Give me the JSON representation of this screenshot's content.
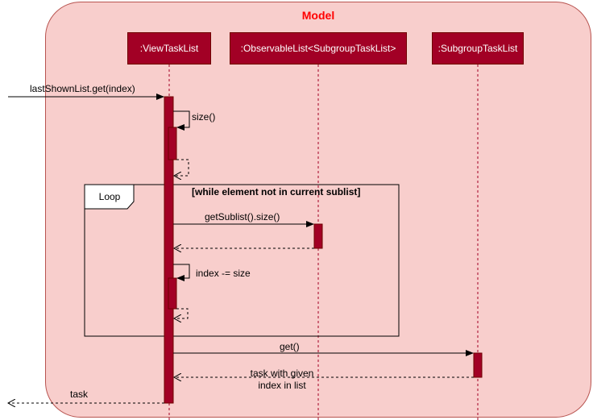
{
  "frame": {
    "title": "Model"
  },
  "participants": [
    {
      "id": "viewtasklist",
      "label": ":ViewTaskList"
    },
    {
      "id": "observablelist",
      "label": ":ObservableList<SubgroupTaskList>"
    },
    {
      "id": "subgrouptasklist",
      "label": ":SubgroupTaskList"
    }
  ],
  "messages": {
    "incoming_call": "lastShownList.get(index)",
    "self_size": "size()",
    "loop_call": "getSublist().size()",
    "self_index": "index -= size",
    "get_call": "get()",
    "get_return_line1": "task with given",
    "get_return_line2": "index in list",
    "final_return": "task"
  },
  "loop": {
    "tag": "Loop",
    "condition": "[while element not in current sublist]"
  },
  "colors": {
    "frame_fill": "#f8cecc",
    "frame_border": "#b85450",
    "participant_fill": "#a20025",
    "title_color": "#ff0000"
  }
}
